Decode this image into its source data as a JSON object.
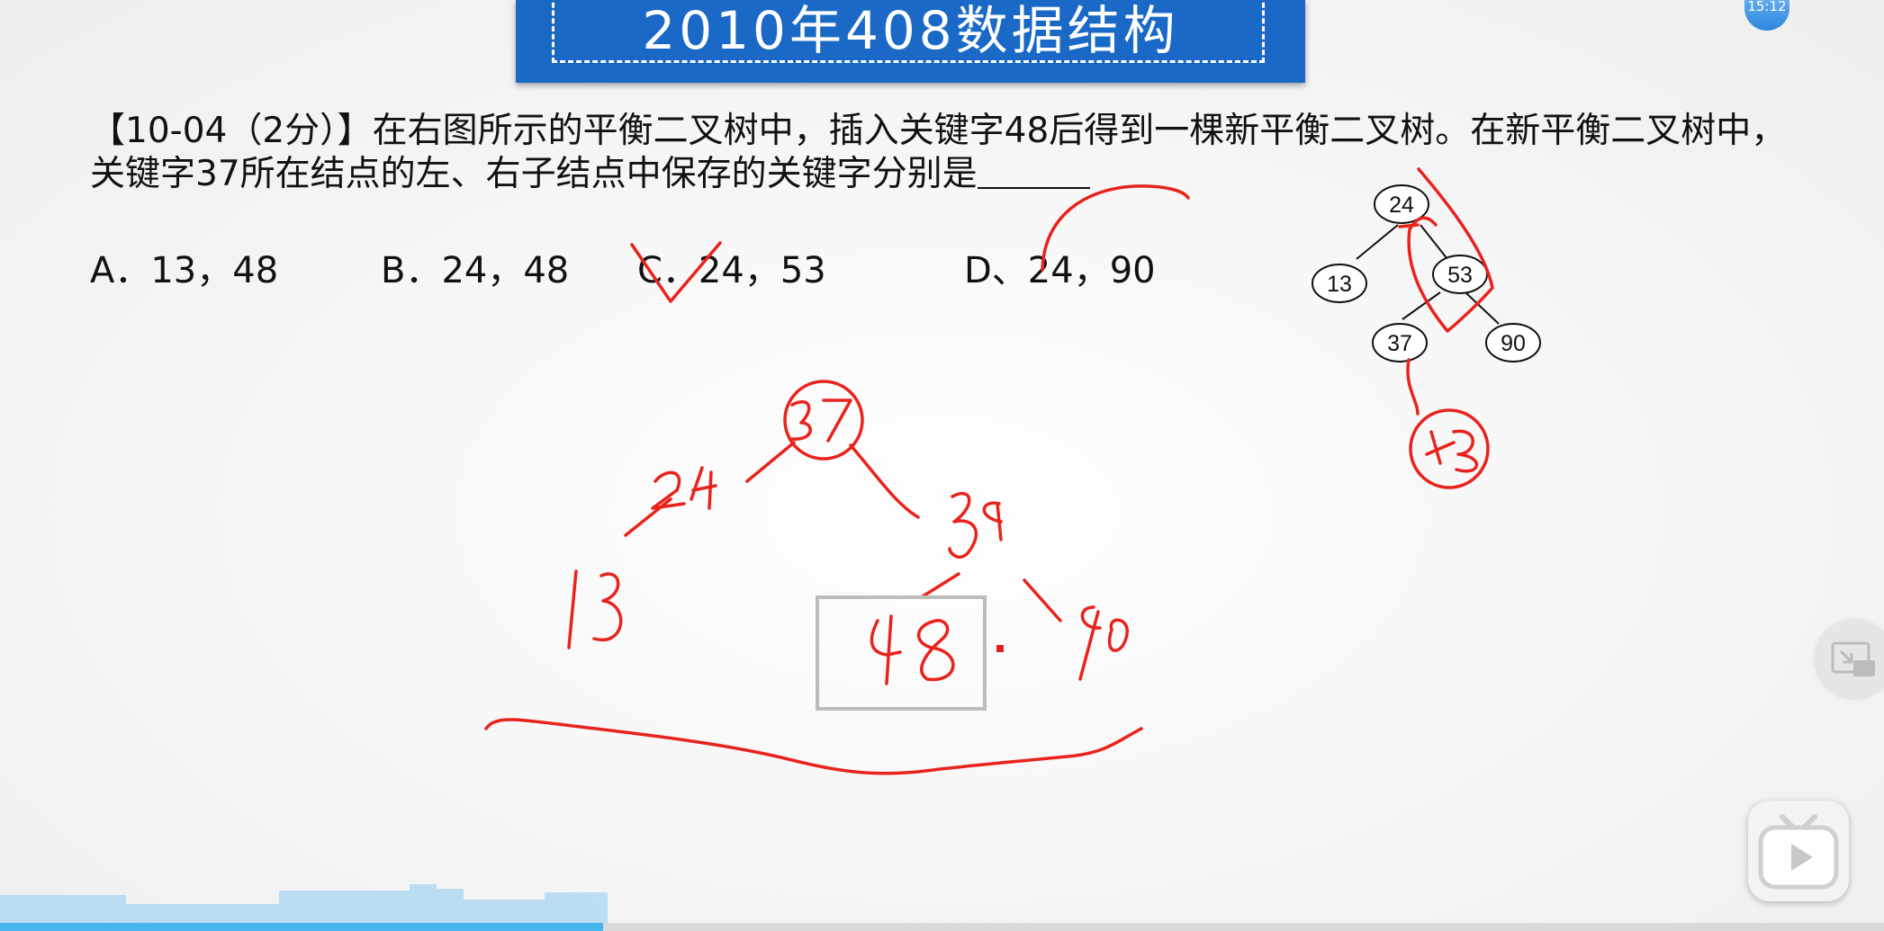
{
  "banner": {
    "title": "2010年408数据结构"
  },
  "clock": {
    "time": "15:12"
  },
  "question": {
    "tag": "【10-04（2分）】",
    "text": "在右图所示的平衡二叉树中，插入关键字48后得到一棵新平衡二叉树。在新平衡二叉树中，关键字37所在结点的左、右子结点中保存的关键字分别是"
  },
  "options": [
    {
      "label": "A．13，48"
    },
    {
      "label": "B．24，48"
    },
    {
      "label": "C．24，53"
    },
    {
      "label": "D、24，90"
    }
  ],
  "tree": {
    "nodes": [
      "24",
      "13",
      "53",
      "37",
      "90"
    ]
  },
  "annotation": {
    "inserted_key": "48",
    "color": "#e8231c"
  },
  "player": {
    "progress": 0.32,
    "accent": "#47b6ee"
  }
}
